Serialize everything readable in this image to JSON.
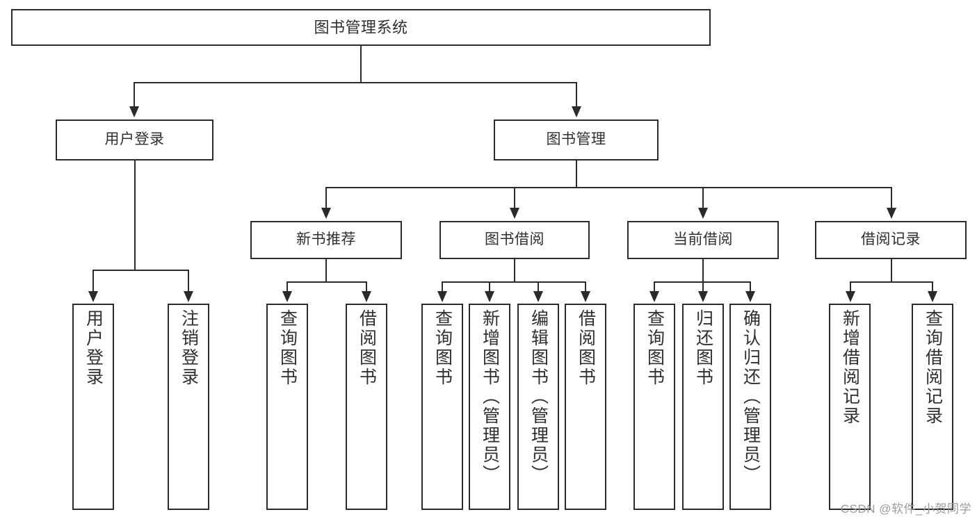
{
  "diagram": {
    "title": "图书管理系统",
    "type": "tree",
    "root": {
      "id": "root",
      "label": "图书管理系统",
      "orientation": "horizontal"
    },
    "level2": [
      {
        "id": "user-login",
        "label": "用户登录",
        "orientation": "horizontal"
      },
      {
        "id": "book-management",
        "label": "图书管理",
        "orientation": "horizontal"
      }
    ],
    "level3": [
      {
        "id": "new-book-recommend",
        "label": "新书推荐",
        "parent": "book-management",
        "orientation": "horizontal"
      },
      {
        "id": "book-borrow",
        "label": "图书借阅",
        "parent": "book-management",
        "orientation": "horizontal"
      },
      {
        "id": "current-borrow",
        "label": "当前借阅",
        "parent": "book-management",
        "orientation": "horizontal"
      },
      {
        "id": "borrow-record",
        "label": "借阅记录",
        "parent": "book-management",
        "orientation": "horizontal"
      }
    ],
    "leaves": [
      {
        "id": "leaf-user-login",
        "label": "用户登录",
        "parent": "user-login",
        "orientation": "vertical"
      },
      {
        "id": "leaf-logout",
        "label": "注销登录",
        "parent": "user-login",
        "orientation": "vertical"
      },
      {
        "id": "leaf-query-book-1",
        "label": "查询图书",
        "parent": "new-book-recommend",
        "orientation": "vertical"
      },
      {
        "id": "leaf-borrow-book-1",
        "label": "借阅图书",
        "parent": "new-book-recommend",
        "orientation": "vertical"
      },
      {
        "id": "leaf-query-book-2",
        "label": "查询图书",
        "parent": "book-borrow",
        "orientation": "vertical"
      },
      {
        "id": "leaf-add-book",
        "label": "新增图书（管理员）",
        "parent": "book-borrow",
        "orientation": "vertical"
      },
      {
        "id": "leaf-edit-book",
        "label": "编辑图书（管理员）",
        "parent": "book-borrow",
        "orientation": "vertical"
      },
      {
        "id": "leaf-borrow-book-2",
        "label": "借阅图书",
        "parent": "book-borrow",
        "orientation": "vertical"
      },
      {
        "id": "leaf-query-book-3",
        "label": "查询图书",
        "parent": "current-borrow",
        "orientation": "vertical"
      },
      {
        "id": "leaf-return-book",
        "label": "归还图书",
        "parent": "current-borrow",
        "orientation": "vertical"
      },
      {
        "id": "leaf-confirm-return",
        "label": "确认归还（管理员）",
        "parent": "current-borrow",
        "orientation": "vertical"
      },
      {
        "id": "leaf-add-borrow-record",
        "label": "新增借阅记录",
        "parent": "borrow-record",
        "orientation": "vertical"
      },
      {
        "id": "leaf-query-borrow-record",
        "label": "查询借阅记录",
        "parent": "borrow-record",
        "orientation": "vertical"
      }
    ],
    "watermark": "CSDN @软件_小贺同学",
    "colors": {
      "stroke": "#2b2b2b",
      "fill": "#ffffff",
      "text": "#2f2f2f",
      "watermark": "#9b9b9b"
    }
  }
}
